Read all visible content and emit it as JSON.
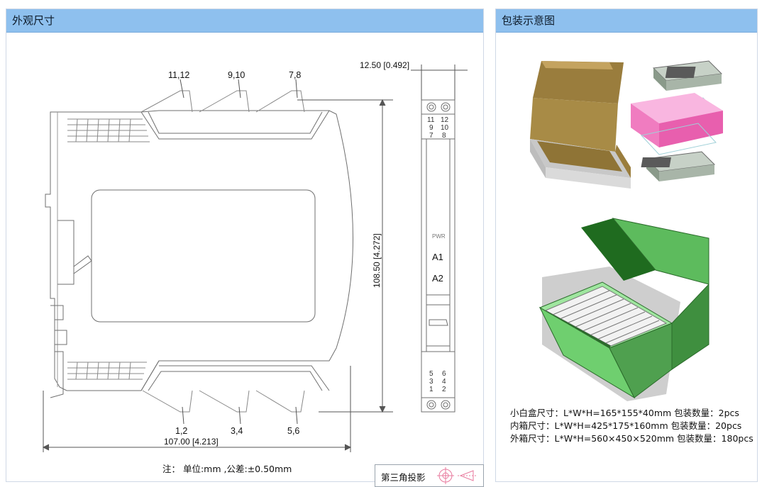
{
  "left_panel": {
    "title": "外观尺寸",
    "pin_labels_top": [
      "11,12",
      "9,10",
      "7,8"
    ],
    "pin_labels_bottom": [
      "1,2",
      "3,4",
      "5,6"
    ],
    "dim_width": "12.50 [0.492]",
    "dim_height": "108.50 [4.272]",
    "dim_length": "107.00 [4.213]",
    "side_terminals_top": [
      [
        "11",
        "12"
      ],
      [
        "9",
        "10"
      ],
      [
        "7",
        "8"
      ]
    ],
    "side_terminals_bottom": [
      [
        "5",
        "6"
      ],
      [
        "3",
        "4"
      ],
      [
        "1",
        "2"
      ]
    ],
    "led_label": "PWR",
    "a1_label": "A1",
    "a2_label": "A2",
    "note": "注： 单位:mm ,公差:±0.50mm",
    "projection_label": "第三角投影"
  },
  "right_panel": {
    "title": "包装示意图",
    "pack_lines": [
      "小白盒尺寸：L*W*H=165*155*40mm 包装数量：2pcs",
      "内箱尺寸：L*W*H=425*175*160mm 包装数量：20pcs",
      "外箱尺寸：L*W*H=560×450×520mm 包装数量：180pcs"
    ]
  },
  "colors": {
    "header_bg": "#8ec0ee",
    "box_brown": "#a88b46",
    "pink_box": "#f07cc0",
    "carton_green": "#5dbb5d"
  }
}
